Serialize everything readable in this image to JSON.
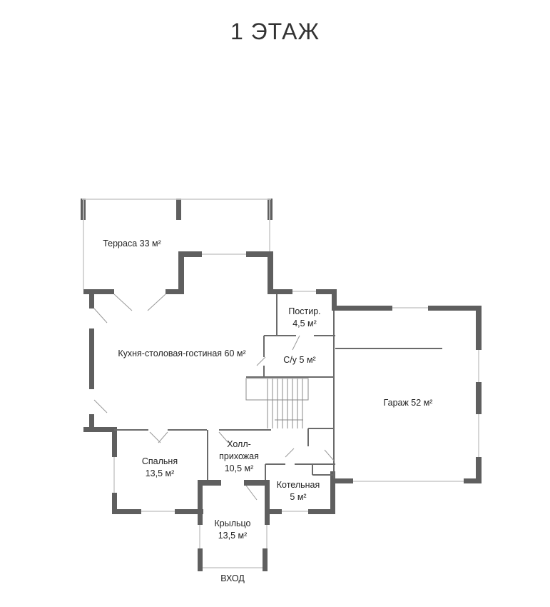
{
  "title": "1 ЭТАЖ",
  "colors": {
    "wall": "#5f5f5f",
    "thin": "#6a6a6a",
    "window": "#cfcfcf"
  },
  "rooms": [
    {
      "id": "terrace",
      "name": "Терраса 33 м²"
    },
    {
      "id": "living",
      "name": "Кухня-столовая-гостиная 60 м²"
    },
    {
      "id": "pantry",
      "name": "Постир.",
      "area": "4,5 м²"
    },
    {
      "id": "wc",
      "name": "С/у 5 м²"
    },
    {
      "id": "garage",
      "name": "Гараж 52 м²"
    },
    {
      "id": "bedroom",
      "name": "Спальня",
      "area": "13,5 м²"
    },
    {
      "id": "hall",
      "name": "Холл-",
      "name2": "прихожая",
      "area": "10,5 м²"
    },
    {
      "id": "boiler",
      "name": "Котельная",
      "area": "5 м²"
    },
    {
      "id": "porch",
      "name": "Крыльцо",
      "area": "13,5 м²"
    }
  ],
  "entrance": "ВХОД"
}
